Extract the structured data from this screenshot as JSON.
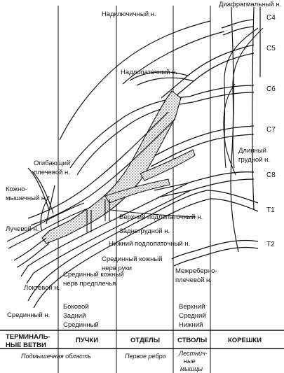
{
  "roots": [
    "C4",
    "C5",
    "C6",
    "C7",
    "C8",
    "T1",
    "T2"
  ],
  "nerve_labels": {
    "diaphragm": "Диафрагмальный н.",
    "supraclavicular": "Надключичный н.",
    "suprascapular": "Надлопаточный н.",
    "long_thoracic_1": "Длинный",
    "long_thoracic_2": "грудной н.",
    "axillary_1": "Огибающий",
    "axillary_2": "плечевой н.",
    "musculocutaneous_1": "Кожно-",
    "musculocutaneous_2": "мышечный н.",
    "radial": "Лучевой н.",
    "ulnar": "Локтевой н.",
    "median": "Срединный н.",
    "upper_subscapular": "Верхний подлопаточный н.",
    "thoracodorsal": "Заднегрудной н.",
    "lower_subscapular": "Нижний подлопаточный н.",
    "medial_cut_arm_1": "Срединный кожный",
    "medial_cut_arm_2": "нерв руки",
    "medial_cut_forearm_1": "Срединный кожный",
    "medial_cut_forearm_2": "нерв предплечья",
    "intercostobrachial_1": "Межреберно-",
    "intercostobrachial_2": "плечевой н."
  },
  "cords": [
    "Боковой",
    "Задний",
    "Срединный"
  ],
  "trunks": [
    "Верхний",
    "Средний",
    "Нижний"
  ],
  "table": {
    "headers": [
      "ТЕРМИНАЛЬ-",
      "НЫЕ ВЕТВИ",
      "ПУЧКИ",
      "ОТДЕЛЫ",
      "СТВОЛЫ",
      "КОРЕШКИ"
    ],
    "regions": [
      "Подмышечная область",
      "Первое ребро",
      "Лестнич-",
      "ные",
      "мышцы"
    ]
  }
}
